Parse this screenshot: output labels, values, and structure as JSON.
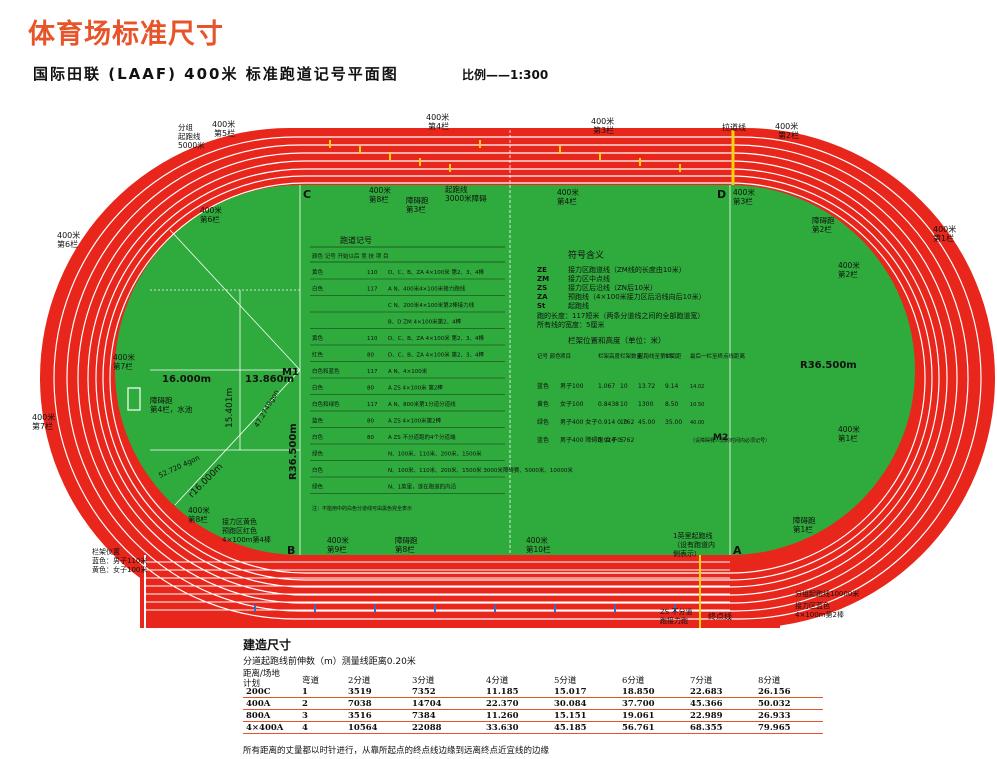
{
  "header": {
    "title": "体育场标准尺寸",
    "subtitle": "国际田联 (LAAF) 400米  标准跑道记号平面图",
    "scale": "比例——1:300"
  },
  "colors": {
    "title": "#e8542a",
    "track_red": "#e8261c",
    "field_green": "#2faa3c",
    "lane_line": "#ffffff",
    "marker_yellow": "#f5d20a",
    "marker_blue": "#2b6fd6"
  },
  "track": {
    "radius_label_right": "R36.500m",
    "radius_label_left": "R36.500m",
    "corners": [
      "C",
      "D",
      "B",
      "A"
    ],
    "labels": [
      {
        "key": "top-5",
        "text1": "400米",
        "text2": "第5栏"
      },
      {
        "key": "top-4",
        "text1": "400米",
        "text2": "第4栏"
      },
      {
        "key": "top-3",
        "text1": "400米",
        "text2": "第3栏"
      },
      {
        "key": "top-2",
        "text1": "400米",
        "text2": "第2栏"
      },
      {
        "key": "left-6",
        "text1": "400米",
        "text2": "第6栏"
      },
      {
        "key": "left-7",
        "text1": "400米",
        "text2": "第7栏"
      },
      {
        "key": "right-1",
        "text1": "400米",
        "text2": "第1栏"
      }
    ],
    "top_labels": {
      "group_start": "分组\n起跑线\n5000米",
      "pull_line": "拉道线",
      "hurdle_3000": "起跑线\n3000米障碍",
      "inner_400_8": "400米\n第8栏",
      "inner_hurdle_3": "障碍跑\n第3栏",
      "inner_400_4": "400米\n第4栏",
      "inner_400_3": "400米\n第3栏",
      "inner_400_6": "400米\n第6栏",
      "inner_hurdle_2": "障碍跑\n第2栏",
      "inner_400_2": "400米\n第2栏",
      "inner_400_7": "400米\n第7栏",
      "inner_400_1": "400米\n第1栏",
      "inner_400_8b": "400米\n第8栏",
      "inner_400_9": "400米\n第9栏",
      "inner_hurdle_8": "障碍跑\n第8栏",
      "inner_400_10": "400米\n第10栏",
      "inner_hurdle_4": "障碍跑\n第4栏，水池",
      "inner_hurdle_1": "障碍跑\n第1栏"
    },
    "bottom_labels": {
      "finish": "终点线",
      "zs": "ZS 不分道\n跑接力跑",
      "first_bend": "1英里起跑线\n（设有跑道内\n側表示）",
      "group_10000": "分组起跑线10000米",
      "relay_blue": "接力区蓝色\n4×100m第2棒",
      "relay_yellow": "接力区黄色\n预跑区红色\n4×100m第4棒",
      "hurdle_setup": "栏架仪置\n蓝色：男子110米\n黄色：女子100米"
    },
    "dims": {
      "d16": "16.000m",
      "d13": "13.860m",
      "d15": "15.401m",
      "d52": "52.720 4gon",
      "d16r": "r16.000m",
      "d47": "47.2749gon",
      "m1": "M1",
      "m2": "M2"
    }
  },
  "legend_symbols": {
    "title": "符号含义",
    "items": [
      {
        "code": "ZE",
        "text": "接力区跑道线（ZM线的长度由10米）"
      },
      {
        "code": "ZM",
        "text": "接力区中点线"
      },
      {
        "code": "ZS",
        "text": "接力区后沿线（ZN后10米）"
      },
      {
        "code": "ZA",
        "text": "预跑线（4×100米接力区后沿线向后10米）"
      },
      {
        "code": "St",
        "text": "起跑线"
      }
    ],
    "track_length": "跑的长度：117短米（两条分道线之间的全部跑道宽）",
    "track_width": "所有线的宽度：5厘米"
  },
  "hurdle_table": {
    "title": "栏架位置和高度（单位：米）",
    "headers": [
      "记号 颜色",
      "项目",
      "栏架高度",
      "栏架数量",
      "起跑线至第1栏",
      "栏间距",
      "最后一栏至终点线距离"
    ],
    "rows": [
      [
        "蓝色",
        "男子100",
        "1.067",
        "10",
        "13.72",
        "9.14",
        "14.02"
      ],
      [
        "黄色",
        "女子100",
        "0.8438",
        "10",
        "1300",
        "8.50",
        "10.50"
      ],
      [
        "绿色",
        "男子400 女子",
        "0.914 0.762",
        "10",
        "45.00",
        "35.00",
        "40.00"
      ],
      [
        "蓝色",
        "男子400 障碍跑 女子",
        "0.914 0.762",
        "5",
        "",
        "",
        "（设障碍赛人员的时间内必须记号）"
      ]
    ]
  },
  "track_notes": {
    "title": "跑道记号",
    "col_headers": "颜色  记号  开始以后  竞 技 项 目",
    "rows": [
      {
        "color": "黄色",
        "num": "110",
        "text": "D、C、B、ZA  4×100米  第2、3、4棒"
      },
      {
        "color": "白色",
        "num": "117",
        "text": "A  N、400米4×100米接力跑线"
      },
      {
        "color": "",
        "num": "",
        "text": "C  N、200米4×100米第2棒接力线"
      },
      {
        "color": "",
        "num": "",
        "text": "B、D  ZM  4×100米第2、4棒"
      },
      {
        "color": "黄色",
        "num": "110",
        "text": "D、C、B、ZA  4×100米  第2、3、4棒"
      },
      {
        "color": "红色",
        "num": "80",
        "text": "D、C、B、ZA  4×100米  第2、3、4棒"
      },
      {
        "color": "白色和蓝色",
        "num": "117",
        "text": "A  N、4×100米"
      },
      {
        "color": "白色",
        "num": "80",
        "text": "A  ZS  4×100米  第2棒"
      },
      {
        "color": "白色和绿色",
        "num": "117",
        "text": "A  N、800米第1分道分道线"
      },
      {
        "color": "蓝色",
        "num": "80",
        "text": "A  ZS  4×100米第2棒"
      },
      {
        "color": "白色",
        "num": "80",
        "text": "A  ZS 不分道跑的4个分道端"
      },
      {
        "color": "绿色",
        "num": "",
        "text": "N、100米、110米、200米、1500米"
      },
      {
        "color": "白色",
        "num": "",
        "text": "N、100米、110米、200米、1500米 3000米障碍赛、5000米、10000米"
      },
      {
        "color": "绿色",
        "num": "",
        "text": "N、1英里，该在跑道的内沿"
      }
    ],
    "footnote": "注：不能用中的白色分道线可由黑色完全表示"
  },
  "build": {
    "title": "建造尺寸",
    "note": "分道起跑线前伸数（m）测量线距离0.20米",
    "dist_label": "距离/场地\n计划",
    "headers": [
      "",
      "弯道",
      "2分道",
      "3分道",
      "4分道",
      "5分道",
      "6分道",
      "7分道",
      "8分道"
    ],
    "rows": [
      [
        "200C",
        "1",
        "3519",
        "7352",
        "11.185",
        "15.017",
        "18.850",
        "22.683",
        "26.156"
      ],
      [
        "400A",
        "2",
        "7038",
        "14704",
        "22.370",
        "30.084",
        "37.700",
        "45.366",
        "50.032"
      ],
      [
        "800A",
        "3",
        "3516",
        "7384",
        "11.260",
        "15.151",
        "19.061",
        "22.989",
        "26.933"
      ],
      [
        "4×400A",
        "4",
        "10564",
        "22088",
        "33.630",
        "45.185",
        "56.761",
        "68.355",
        "79.965"
      ]
    ],
    "footer": "所有距离的丈量都以时针进行，从靠所起点的终点线边缘到远离终点近宜线的边缘"
  }
}
